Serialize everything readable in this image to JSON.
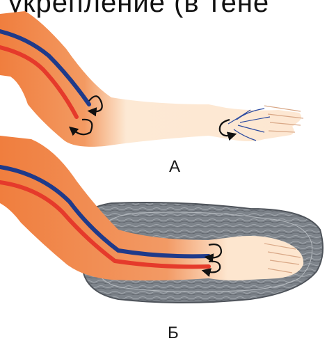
{
  "header_fragment": "укрепление (в тене",
  "panels": {
    "a": {
      "label": "А"
    },
    "b": {
      "label": "Б"
    }
  },
  "colors": {
    "skin_upper": "#f08a4b",
    "skin_lower": "#fbe2c7",
    "vein": "#1f3a8a",
    "artery": "#e53a2b",
    "bandage": "#7a7f86",
    "bandage_edge": "#5f646b"
  },
  "icons": [
    "circular-arrow-icon"
  ]
}
